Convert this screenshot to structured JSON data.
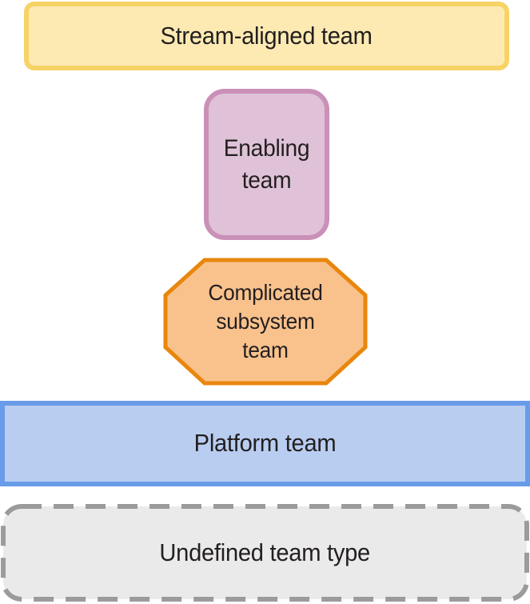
{
  "diagram": {
    "background": "#ffffff",
    "text_color": "#231f20",
    "shapes": {
      "stream_aligned": {
        "label": "Stream-aligned team",
        "shape": "rounded-rectangle-wide",
        "fill": "#fdeab3",
        "border_color": "#f7d365",
        "border_style": "solid"
      },
      "enabling": {
        "label": "Enabling team",
        "shape": "rounded-rectangle-tall",
        "fill": "#dfc2d8",
        "border_color": "#ca90b8",
        "border_style": "solid"
      },
      "complicated_subsystem": {
        "label": "Complicated subsystem team",
        "shape": "octagon",
        "fill": "#f9c28c",
        "border_color": "#e8860d",
        "border_style": "solid"
      },
      "platform": {
        "label": "Platform team",
        "shape": "rectangle-wide",
        "fill": "#b9cdf0",
        "border_color": "#699ce8",
        "border_style": "solid"
      },
      "undefined": {
        "label": "Undefined team type",
        "shape": "rounded-rectangle-wide",
        "fill": "#eaeaea",
        "border_color": "#9b9b9b",
        "border_style": "dashed"
      }
    }
  }
}
